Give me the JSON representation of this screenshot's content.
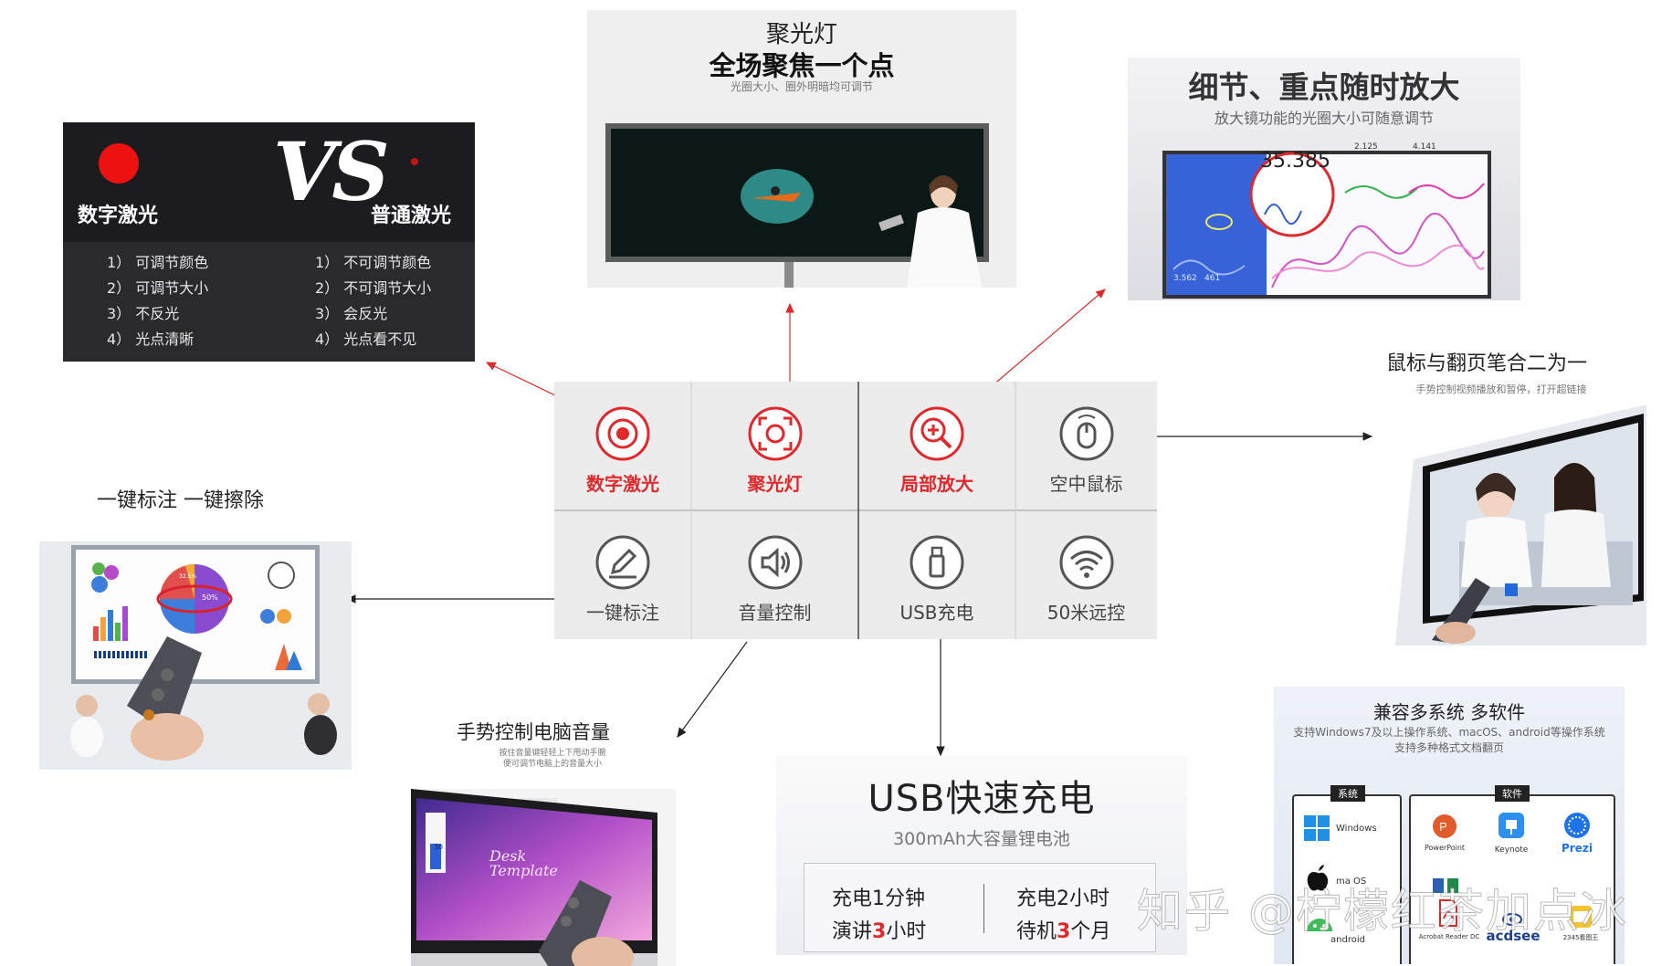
{
  "laser_compare": {
    "vs": "VS",
    "left_title": "数字激光",
    "right_title": "普通激光",
    "left_items": [
      "1） 可调节颜色",
      "2） 可调节大小",
      "3） 不反光",
      "4） 光点清晰"
    ],
    "right_items": [
      "1） 不可调节颜色",
      "2） 不可调节大小",
      "3） 会反光",
      "4） 光点看不见"
    ]
  },
  "spotlight": {
    "title": "聚光灯",
    "headline": "全场聚焦一个点",
    "subtitle": "光圈大小、圈外明暗均可调节"
  },
  "magnify": {
    "headline": "细节、重点随时放大",
    "subtitle": "放大镜功能的光圈大小可随意调节",
    "value": "35.385",
    "stats": [
      "2.125",
      "4.141",
      "3.562",
      "461"
    ]
  },
  "mouse": {
    "caption": "鼠标与翻页笔合二为一",
    "subcaption": "手势控制视频播放和暂停，打开超链接"
  },
  "annotate": {
    "caption": "一键标注 一键擦除",
    "pie_label_1": "50%",
    "pie_label_2": "32.5%"
  },
  "volume": {
    "caption": "手势控制电脑音量",
    "subcaption_1": "按住音量键轻轻上下甩动手腕",
    "subcaption_2": "便可调节电脑上的音量大小",
    "screen_text": "Desk Template",
    "level": "50"
  },
  "features": [
    {
      "label": "数字激光",
      "icon": "target-icon",
      "highlight": true
    },
    {
      "label": "聚光灯",
      "icon": "spotlight-icon",
      "highlight": true
    },
    {
      "label": "局部放大",
      "icon": "magnify-icon",
      "highlight": true
    },
    {
      "label": "空中鼠标",
      "icon": "mouse-icon",
      "highlight": false
    },
    {
      "label": "一键标注",
      "icon": "pen-icon",
      "highlight": false
    },
    {
      "label": "音量控制",
      "icon": "speaker-icon",
      "highlight": false
    },
    {
      "label": "USB充电",
      "icon": "usb-icon",
      "highlight": false
    },
    {
      "label": "50米远控",
      "icon": "wifi-icon",
      "highlight": false
    }
  ],
  "usb": {
    "headline": "USB快速充电",
    "subtitle": "300mAh大容量锂电池",
    "l1": "充电1分钟",
    "l2_pre": "演讲",
    "l2_num": "3",
    "l2_post": "小时",
    "r1": "充电2小时",
    "r2_pre": "待机",
    "r2_num": "3",
    "r2_post": "个月"
  },
  "compat": {
    "title": "兼容多系统 多软件",
    "subtitle_1": "支持Windows7及以上操作系统、macOS、android等操作系统",
    "subtitle_2": "支持多种格式文档翻页",
    "system_tag": "系统",
    "software_tag": "软件",
    "systems": [
      "Windows",
      "ma OS",
      "android"
    ],
    "software": [
      "PowerPoint",
      "Keynote",
      "Prezi",
      "Acrobat Reader DC",
      "acdsee",
      "2345看图王"
    ]
  },
  "watermark": "知乎 @柠檬红茶加点冰",
  "colors": {
    "accent_red": "#e0292c",
    "arrow_red": "#e0292c",
    "arrow_dark": "#222222"
  }
}
